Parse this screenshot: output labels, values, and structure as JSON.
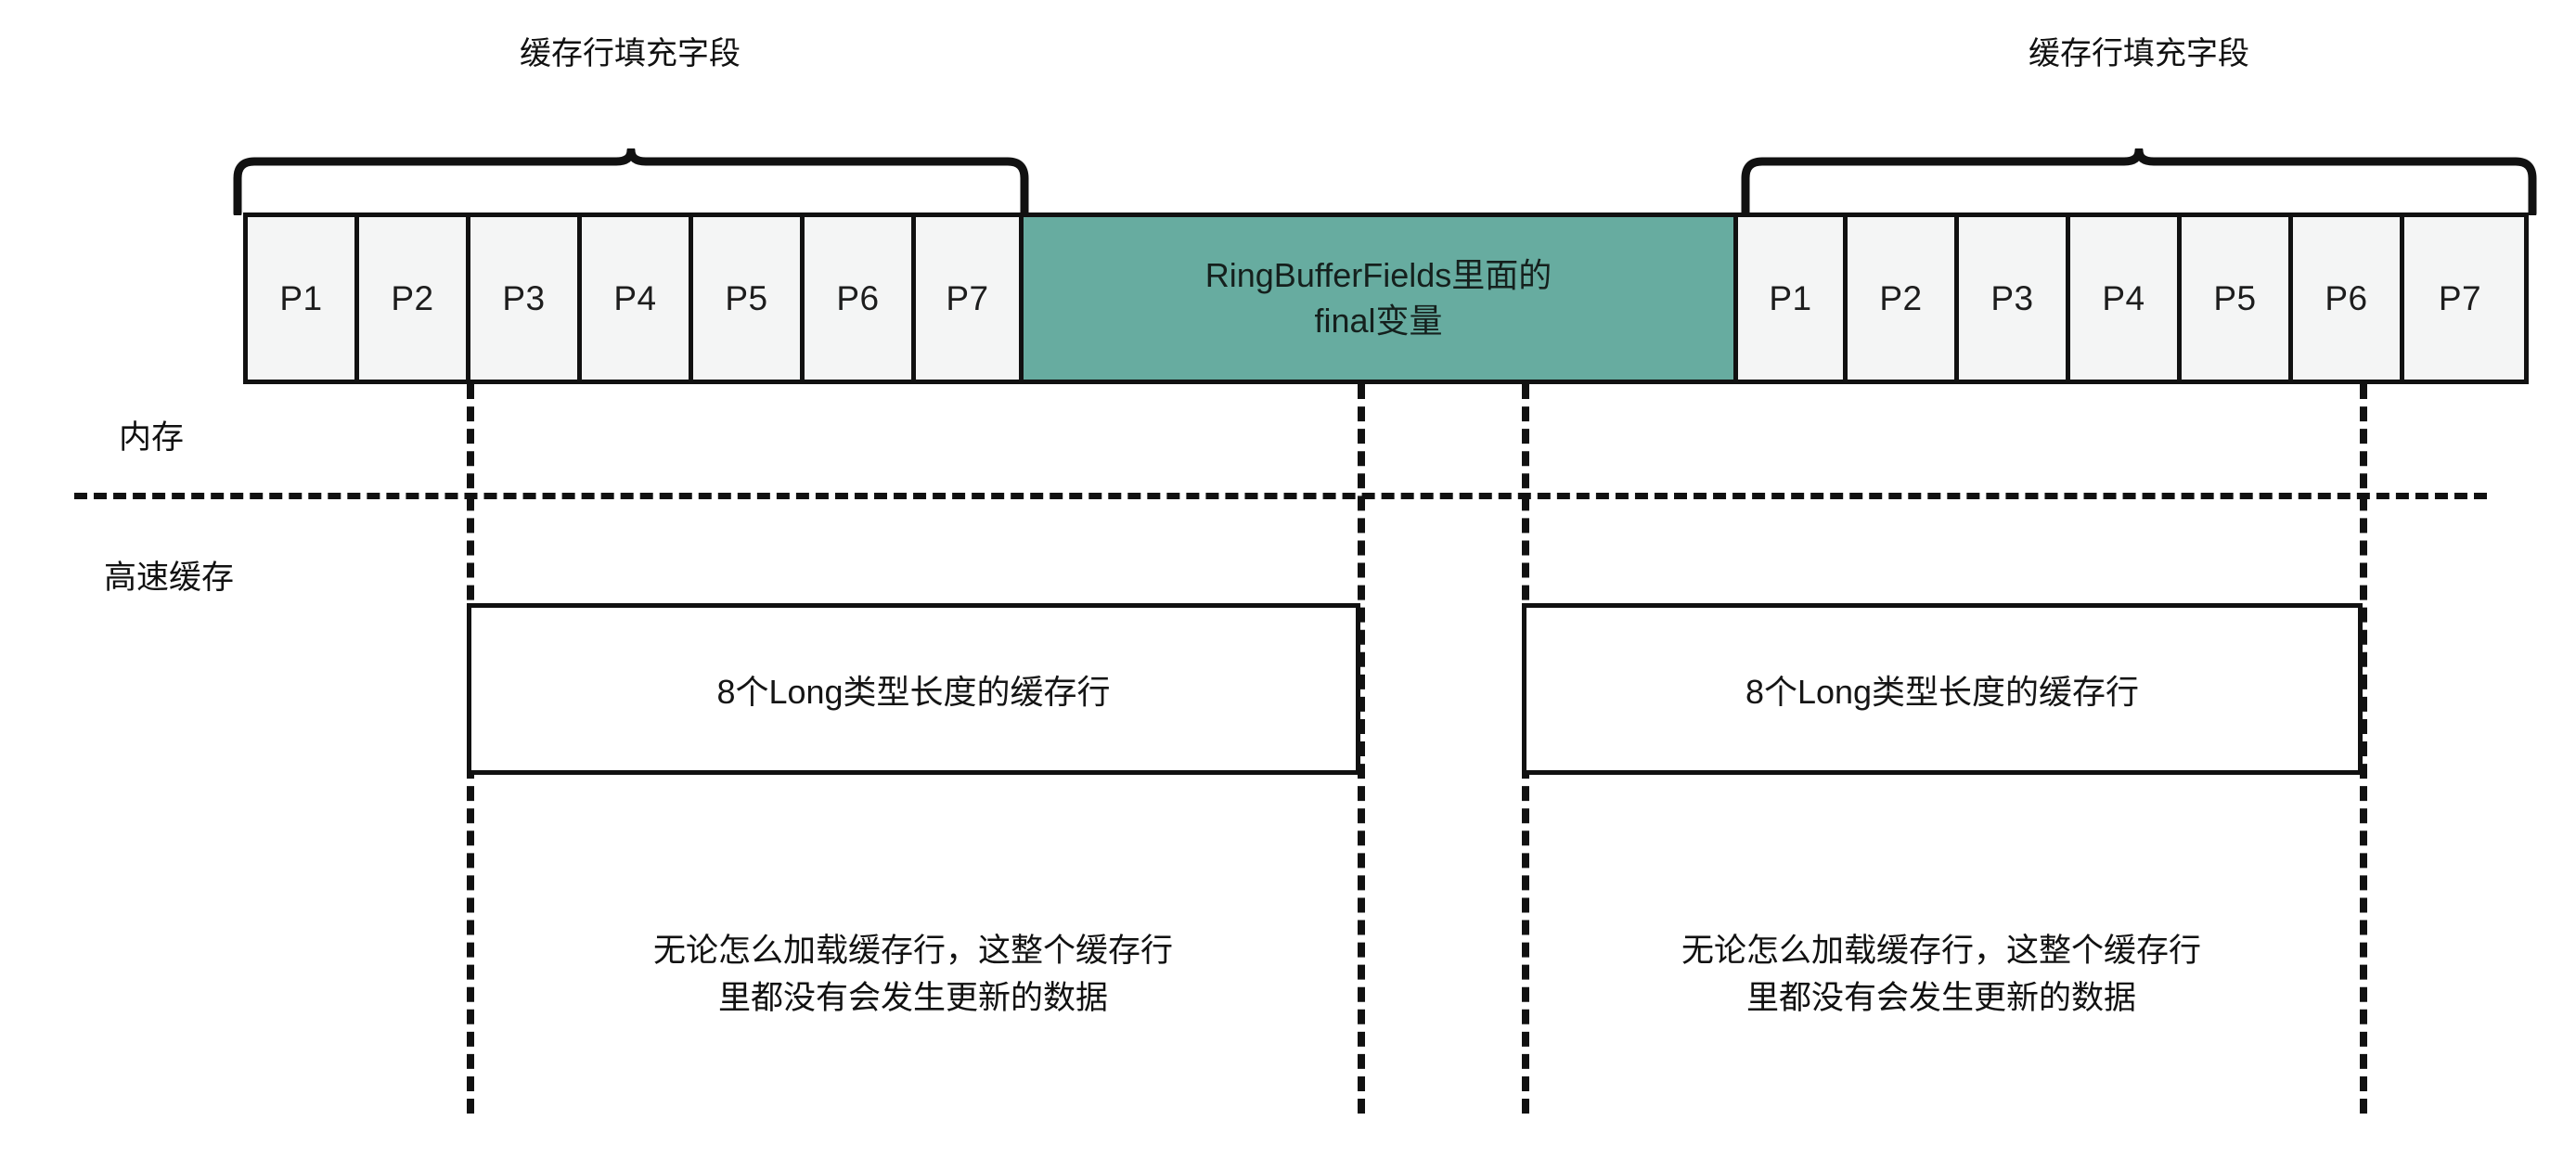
{
  "diagram": {
    "title_labels": {
      "left_bracket": "缓存行填充字段",
      "right_bracket": "缓存行填充字段"
    },
    "side_labels": {
      "memory": "内存",
      "cache": "高速缓存"
    },
    "memory_strip": {
      "left_padding_cells": [
        "P1",
        "P2",
        "P3",
        "P4",
        "P5",
        "P6",
        "P7"
      ],
      "center_cell": "RingBufferFields里面的\nfinal变量",
      "center_cell_line1": "RingBufferFields里面的",
      "center_cell_line2": "final变量",
      "right_padding_cells": [
        "P1",
        "P2",
        "P3",
        "P4",
        "P5",
        "P6",
        "P7"
      ]
    },
    "cache_lines": [
      {
        "label": "8个Long类型长度的缓存行"
      },
      {
        "label": "8个Long类型长度的缓存行"
      }
    ],
    "notes": [
      "无论怎么加载缓存行，这整个缓存行\n里都没有会发生更新的数据",
      "无论怎么加载缓存行，这整个缓存行\n里都没有会发生更新的数据"
    ],
    "colors": {
      "final_field_fill": "#67aca0",
      "padding_fill": "#f4f5f5",
      "stroke": "#111111",
      "background": "#ffffff"
    }
  }
}
